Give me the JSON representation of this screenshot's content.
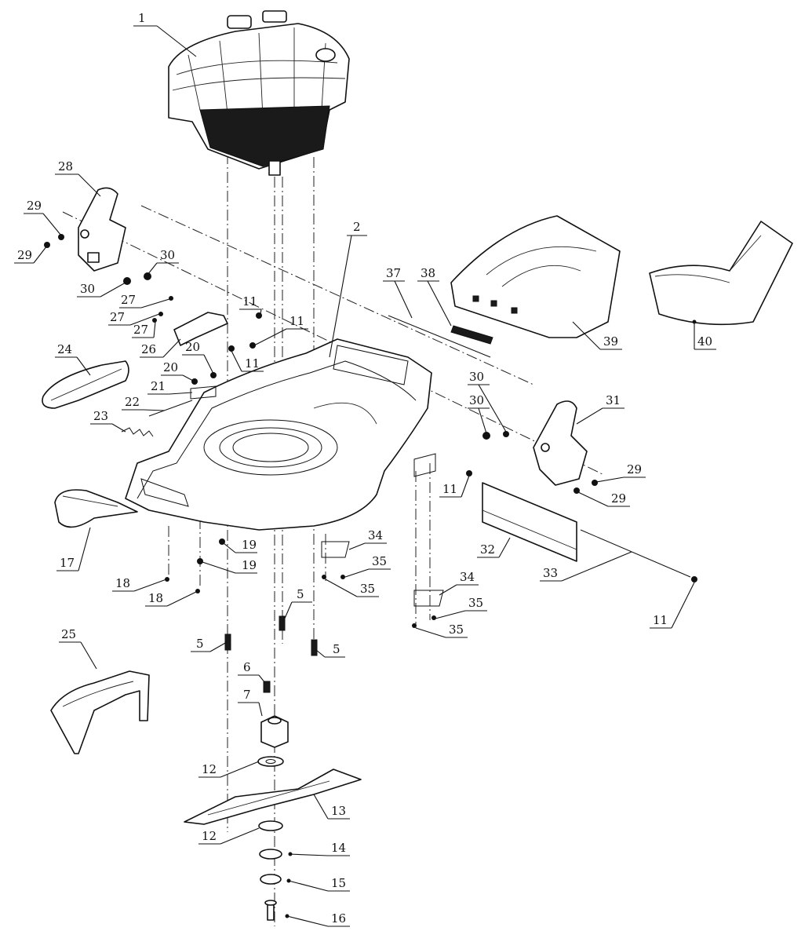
{
  "part_numbers": {
    "p1": "1",
    "p2": "2",
    "p5": "5",
    "p6": "6",
    "p7": "7",
    "p11": "11",
    "p12": "12",
    "p13": "13",
    "p14": "14",
    "p15": "15",
    "p16": "16",
    "p17": "17",
    "p18": "18",
    "p19": "19",
    "p20": "20",
    "p21": "21",
    "p22": "22",
    "p23": "23",
    "p24": "24",
    "p25": "25",
    "p26": "26",
    "p27": "27",
    "p28": "28",
    "p29": "29",
    "p30": "30",
    "p31": "31",
    "p32": "32",
    "p33": "33",
    "p34": "34",
    "p35": "35",
    "p37": "37",
    "p38": "38",
    "p39": "39",
    "p40": "40"
  },
  "colors": {
    "line": "#111111",
    "background": "#ffffff"
  }
}
